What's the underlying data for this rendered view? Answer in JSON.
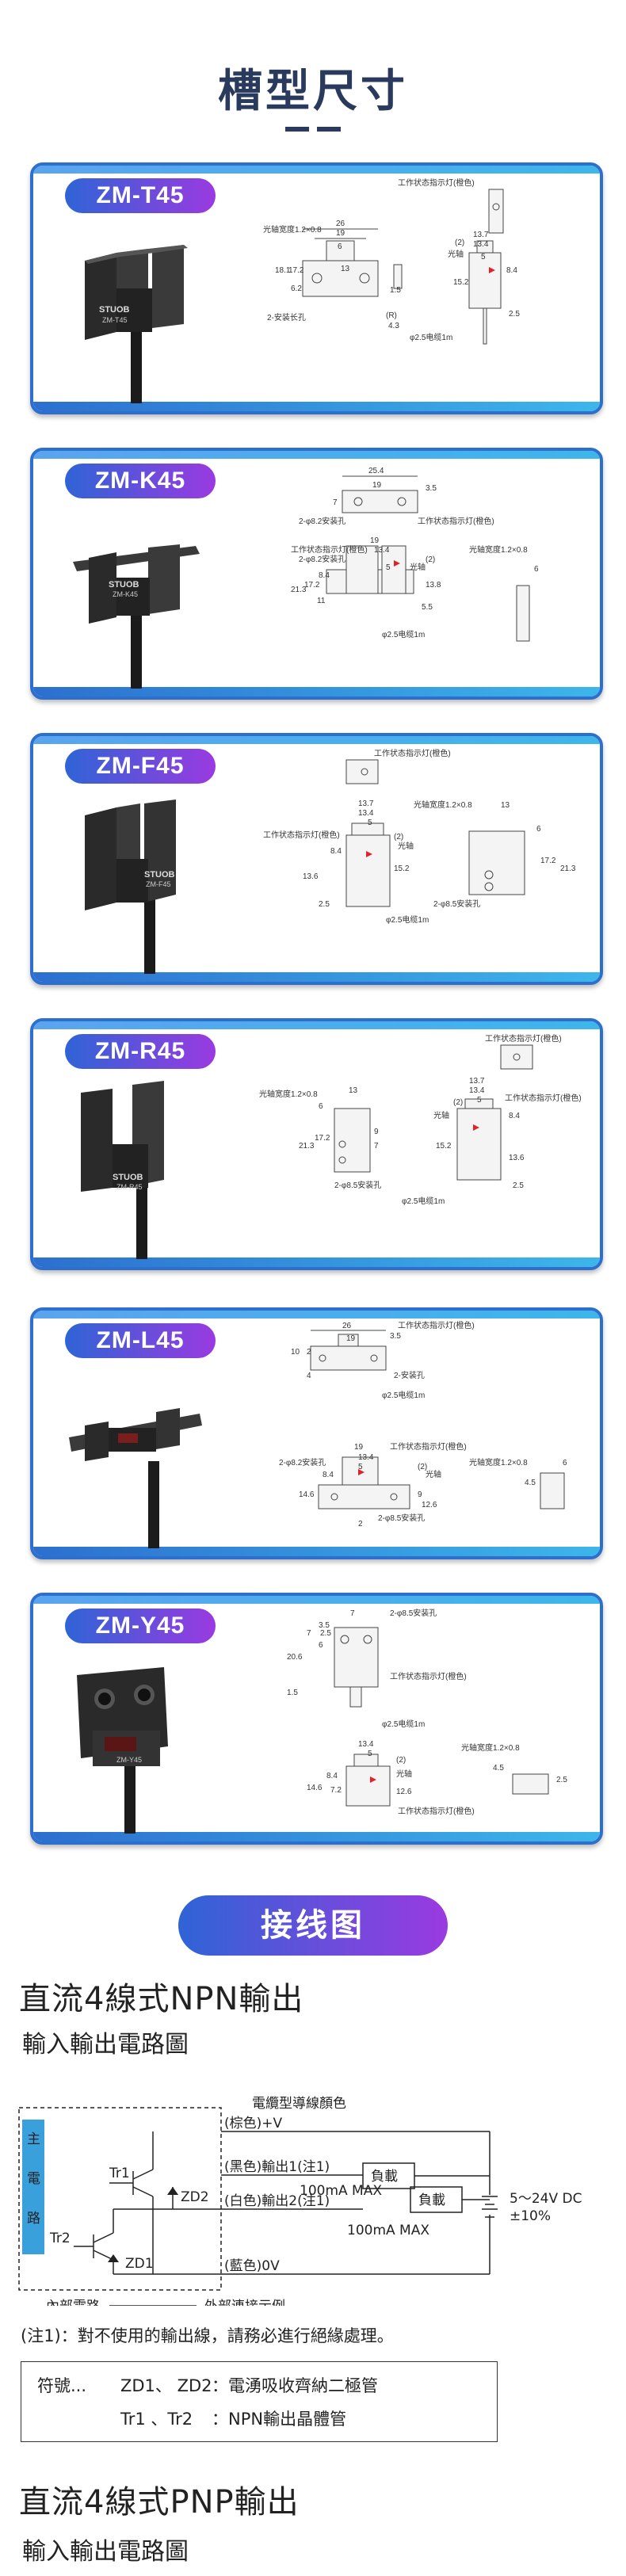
{
  "page": {
    "title": "槽型尺寸"
  },
  "cards": [
    {
      "model": "ZM-T45",
      "body_label": "ZM-T45",
      "labels": {
        "indicator": "工作状态指示灯(橙色)",
        "slit": "光轴宽度1.2×0.8",
        "axis": "光轴",
        "holes": "2-安装长孔",
        "cable": "φ2.5电缆1m",
        "r": "(R)"
      },
      "dims": [
        "26",
        "19",
        "6",
        "13",
        "18.1",
        "17.2",
        "6.2",
        "1.5",
        "4.3",
        "13.7",
        "13.4",
        "5",
        "(2)",
        "15.2",
        "8.4",
        "2.5"
      ]
    },
    {
      "model": "ZM-K45",
      "body_label": "ZM-K45",
      "labels": {
        "indicator": "工作状态指示灯(橙色)",
        "slit": "光轴宽度1.2×0.8",
        "axis": "光轴",
        "holes": "2-φ8.2安装孔",
        "holes2": "2-φ8.2安装孔",
        "cable": "φ2.5电缆1m"
      },
      "dims": [
        "25.4",
        "19",
        "3.5",
        "7",
        "19",
        "13.4",
        "(2)",
        "5",
        "8.4",
        "21.3",
        "17.2",
        "11",
        "13.8",
        "5.5",
        "6"
      ]
    },
    {
      "model": "ZM-F45",
      "body_label": "ZM-F45",
      "labels": {
        "indicator": "工作状态指示灯(橙色)",
        "indicator2": "工作状态指示灯(橙色)",
        "slit": "光轴宽度1.2×0.8",
        "axis": "光轴",
        "holes": "2-φ8.5安装孔",
        "cable": "φ2.5电缆1m"
      },
      "dims": [
        "13.7",
        "13.4",
        "5",
        "(2)",
        "8.4",
        "15.2",
        "13.6",
        "2.5",
        "13",
        "6",
        "17.2",
        "21.3"
      ]
    },
    {
      "model": "ZM-R45",
      "body_label": "ZM-R45",
      "labels": {
        "indicator": "工作状态指示灯(橙色)",
        "indicator2": "工作状态指示灯(橙色)",
        "slit": "光轴宽度1.2×0.8",
        "axis": "光轴",
        "holes": "2-φ8.5安装孔",
        "cable": "φ2.5电缆1m"
      },
      "dims": [
        "13",
        "6",
        "21.3",
        "17.2",
        "9",
        "7",
        "13.7",
        "13.4",
        "5",
        "(2)",
        "8.4",
        "15.2",
        "13.6",
        "2.5"
      ]
    },
    {
      "model": "ZM-L45",
      "body_label": "",
      "labels": {
        "indicator": "工作状态指示灯(橙色)",
        "indicator2": "工作状态指示灯(橙色)",
        "slit": "光轴宽度1.2×0.8",
        "axis": "光轴",
        "holes": "2-安装孔",
        "holes2": "2-φ8.2安装孔",
        "holes3": "2-φ8.5安装孔",
        "cable": "φ2.5电缆1m"
      },
      "dims": [
        "26",
        "19",
        "3.5",
        "10",
        "2",
        "4",
        "19",
        "13.4",
        "5",
        "(2)",
        "8.4",
        "14.6",
        "9",
        "12.6",
        "2",
        "6",
        "4.5"
      ]
    },
    {
      "model": "ZM-Y45",
      "body_label": "ZM-Y45",
      "labels": {
        "indicator": "工作状态指示灯(橙色)",
        "indicator2": "工作状态指示灯(橙色)",
        "slit": "光轴宽度1.2×0.8",
        "axis": "光轴",
        "holes": "2-φ8.5安装孔",
        "cable": "φ2.5电缆1m"
      },
      "dims": [
        "7",
        "3.5",
        "2.5",
        "7",
        "6",
        "20.6",
        "1.5",
        "13.4",
        "5",
        "(2)",
        "8.4",
        "14.6",
        "12.6",
        "7.2",
        "4.5",
        "2.5"
      ]
    }
  ],
  "brand": "STUOB",
  "wiring": {
    "pill": "接线图",
    "npn_title": "直流4線式NPN輸出",
    "npn_subtitle": "輸入輸出電路圖",
    "pnp_title": "直流4線式PNP輸出",
    "pnp_subtitle": "輸入輸出電路圖",
    "circuit": {
      "wire_color_header": "電纜型導線顏色",
      "main_circuit": [
        "主",
        "電",
        "路"
      ],
      "brown": "(棕色)+V",
      "black": "(黑色)輸出1(注1)",
      "white": "(白色)輸出2(注1)",
      "blue": "(藍色)0V",
      "load1": "負載",
      "load2": "負載",
      "max1": "100mA MAX",
      "max2": "100mA MAX",
      "supply": "5～24V DC",
      "tolerance": "±10%",
      "tr1": "Tr1",
      "tr2": "Tr2",
      "zd1": "ZD1",
      "zd2": "ZD2",
      "internal": "內部電路",
      "external": "外部連接示例"
    },
    "note": "(注1)：對不使用的輸出線，請務必進行絕緣處理。",
    "legend": {
      "symbol": "符號...",
      "zd": "ZD1、 ZD2",
      "zd_desc": "：電湧吸收齊納二極管",
      "tr": "Tr1 、Tr2",
      "tr_desc": "：NPN輸出晶體管"
    }
  }
}
